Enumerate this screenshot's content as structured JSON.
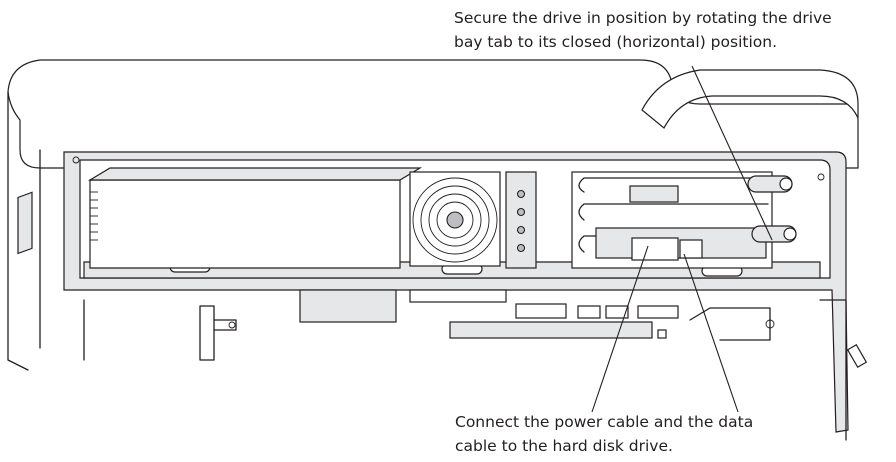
{
  "callouts": {
    "drive_bay_tab": {
      "line1": "Secure the drive in position by rotating the drive",
      "line2": "bay tab to its closed (horizontal) position."
    },
    "cables": {
      "line1": "Connect the power cable and the data",
      "line2": "cable to the hard disk drive."
    }
  },
  "colors": {
    "ink": "#231f20",
    "panel_shade": "#e6e7e8",
    "part_shade": "#bcbec0",
    "background": "#ffffff"
  }
}
